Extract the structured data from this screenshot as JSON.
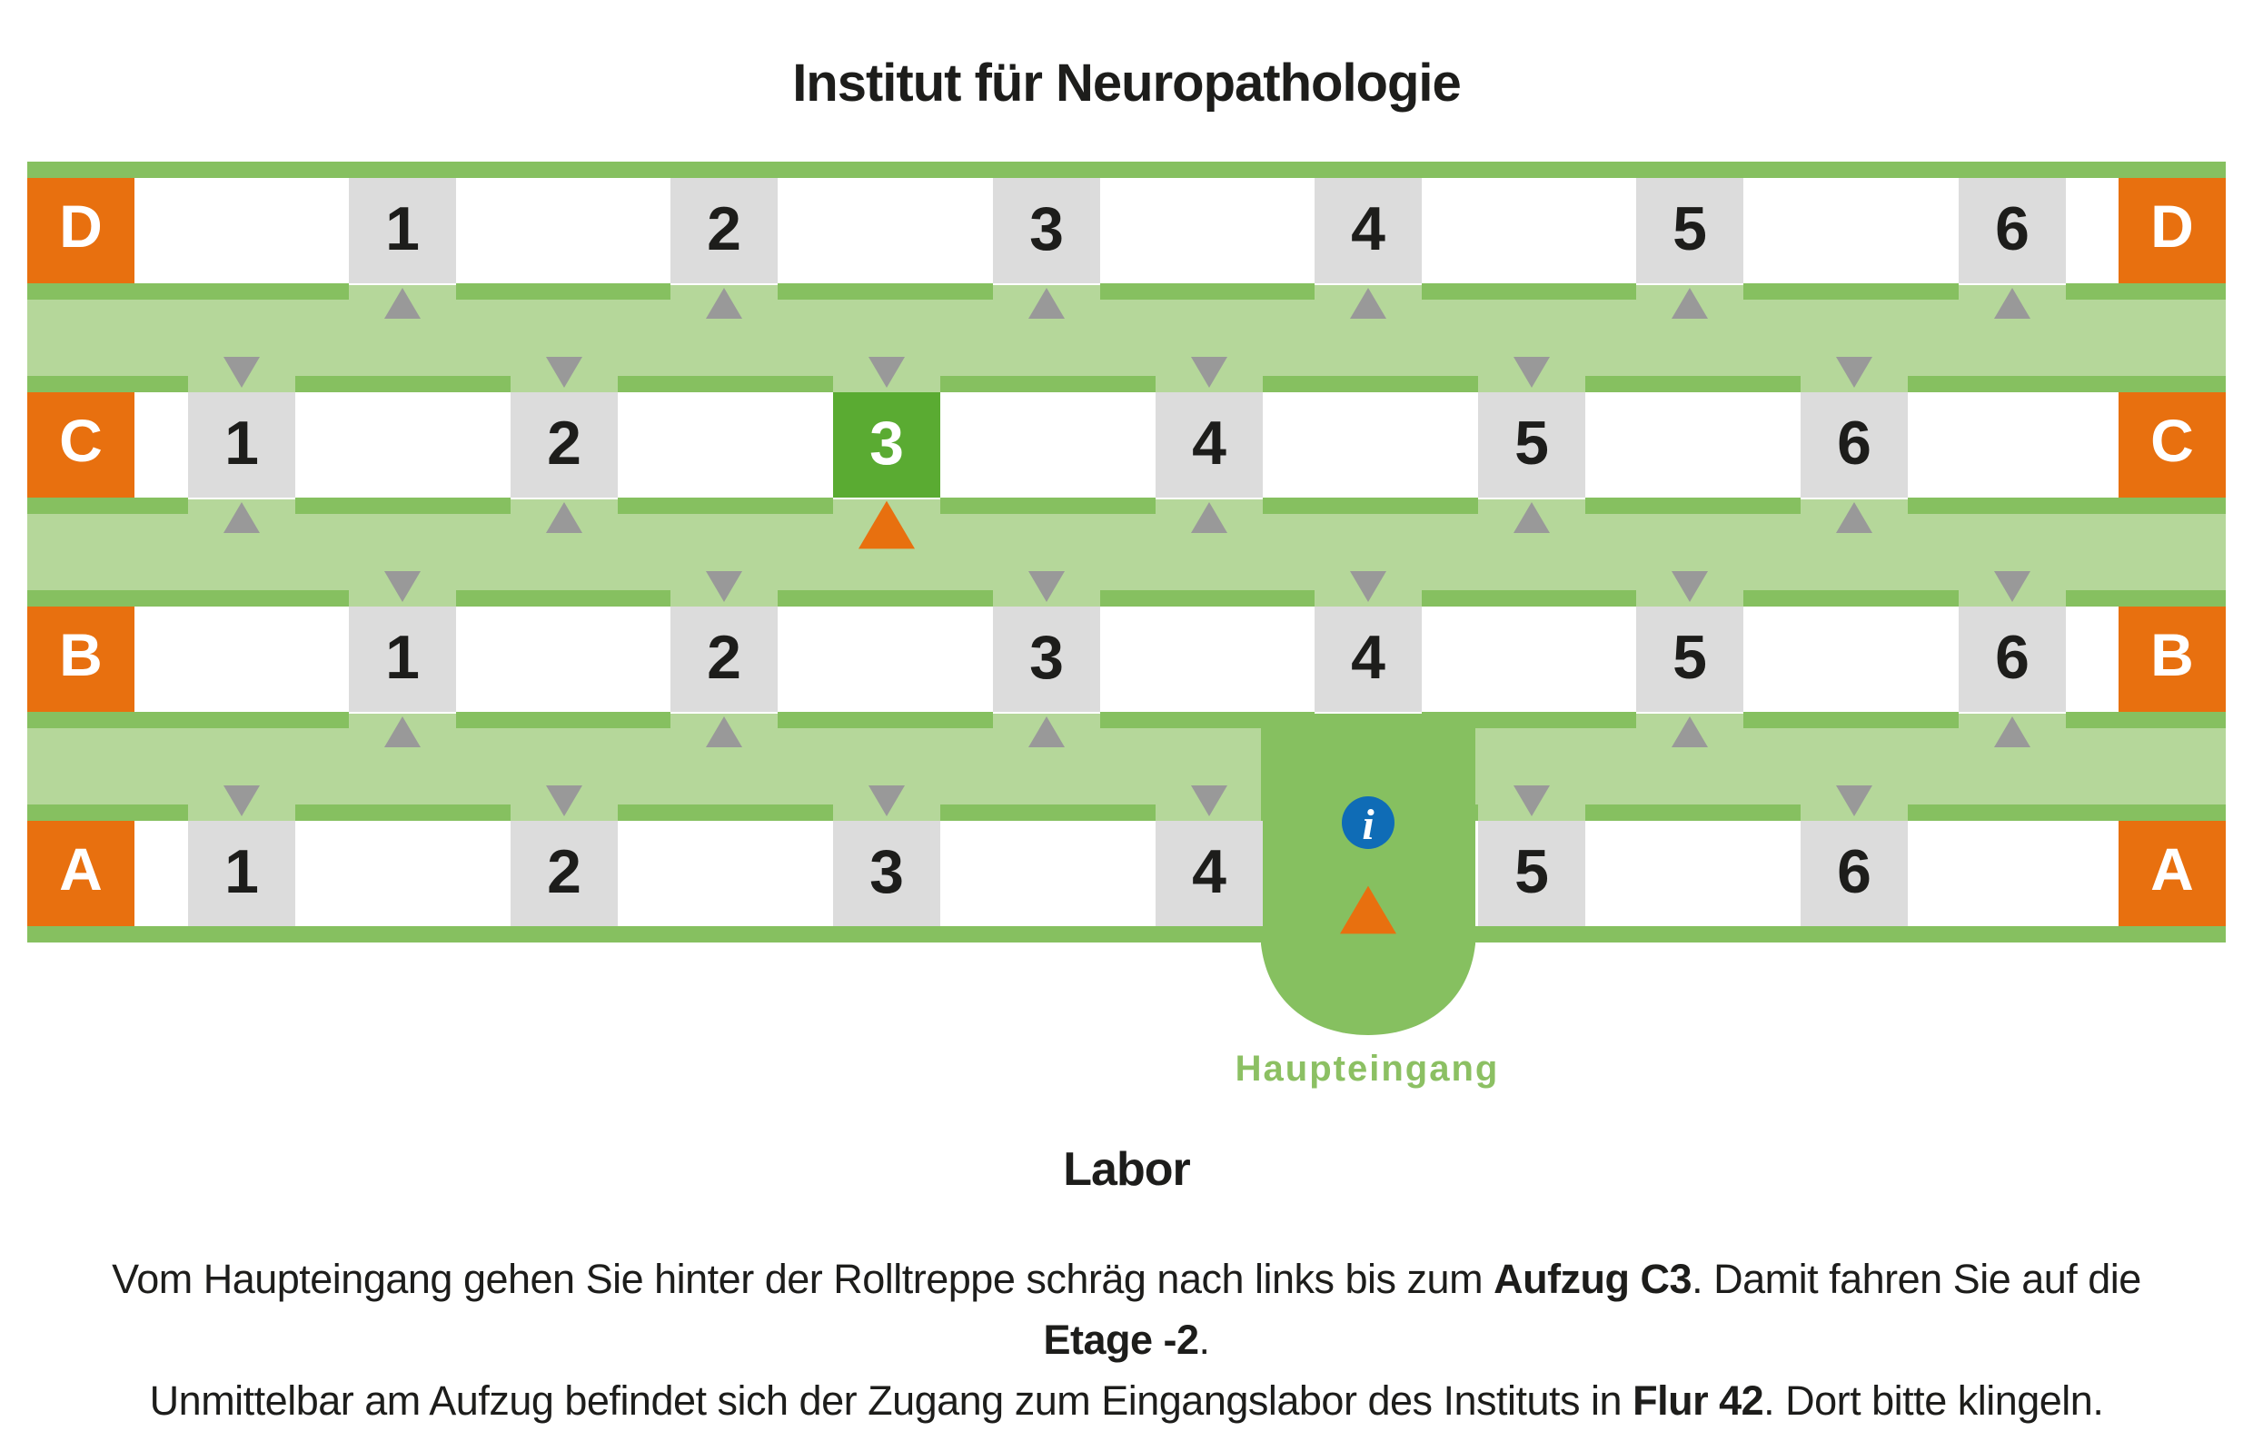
{
  "title": "Institut für Neuropathologie",
  "subtitle": "Labor",
  "entrance_label": "Haupteingang",
  "info_icon_glyph": "i",
  "rows": [
    {
      "label": "D",
      "elevators": [
        "1",
        "2",
        "3",
        "4",
        "5",
        "6"
      ]
    },
    {
      "label": "C",
      "elevators": [
        "1",
        "2",
        "3",
        "4",
        "5",
        "6"
      ]
    },
    {
      "label": "B",
      "elevators": [
        "1",
        "2",
        "3",
        "4",
        "5",
        "6"
      ]
    },
    {
      "label": "A",
      "elevators": [
        "1",
        "2",
        "3",
        "4",
        "5",
        "6"
      ]
    }
  ],
  "highlighted_elevator": {
    "row": "C",
    "number": "3"
  },
  "icons": {
    "info": "info-icon",
    "you_are_here": "triangle-up-icon",
    "arrow_up": "arrow-up-icon",
    "arrow_down": "arrow-down-icon"
  },
  "colors": {
    "row_label_bg": "#e8700f",
    "corridor_light": "#b5d79a",
    "corridor_border": "#86c060",
    "elevator_bg": "#dcdcdc",
    "elevator_highlight": "#5aab32",
    "marker": "#e8700f",
    "info_blue": "#0f6cb6",
    "arrow_grey": "#999999",
    "entrance_label": "#8cc063"
  },
  "description": {
    "line1": [
      {
        "text": "Vom Haupteingang gehen Sie hinter der Rolltreppe schräg nach links bis zum ",
        "bold": false
      },
      {
        "text": "Aufzug C3",
        "bold": true
      },
      {
        "text": ". Damit fahren Sie auf die ",
        "bold": false
      },
      {
        "text": "Etage -2",
        "bold": true
      },
      {
        "text": ".",
        "bold": false
      }
    ],
    "line2": [
      {
        "text": "Unmittelbar am Aufzug befindet sich der Zugang zum Eingangslabor des Instituts in ",
        "bold": false
      },
      {
        "text": "Flur 42",
        "bold": true
      },
      {
        "text": ". Dort bitte klingeln.",
        "bold": false
      }
    ]
  }
}
